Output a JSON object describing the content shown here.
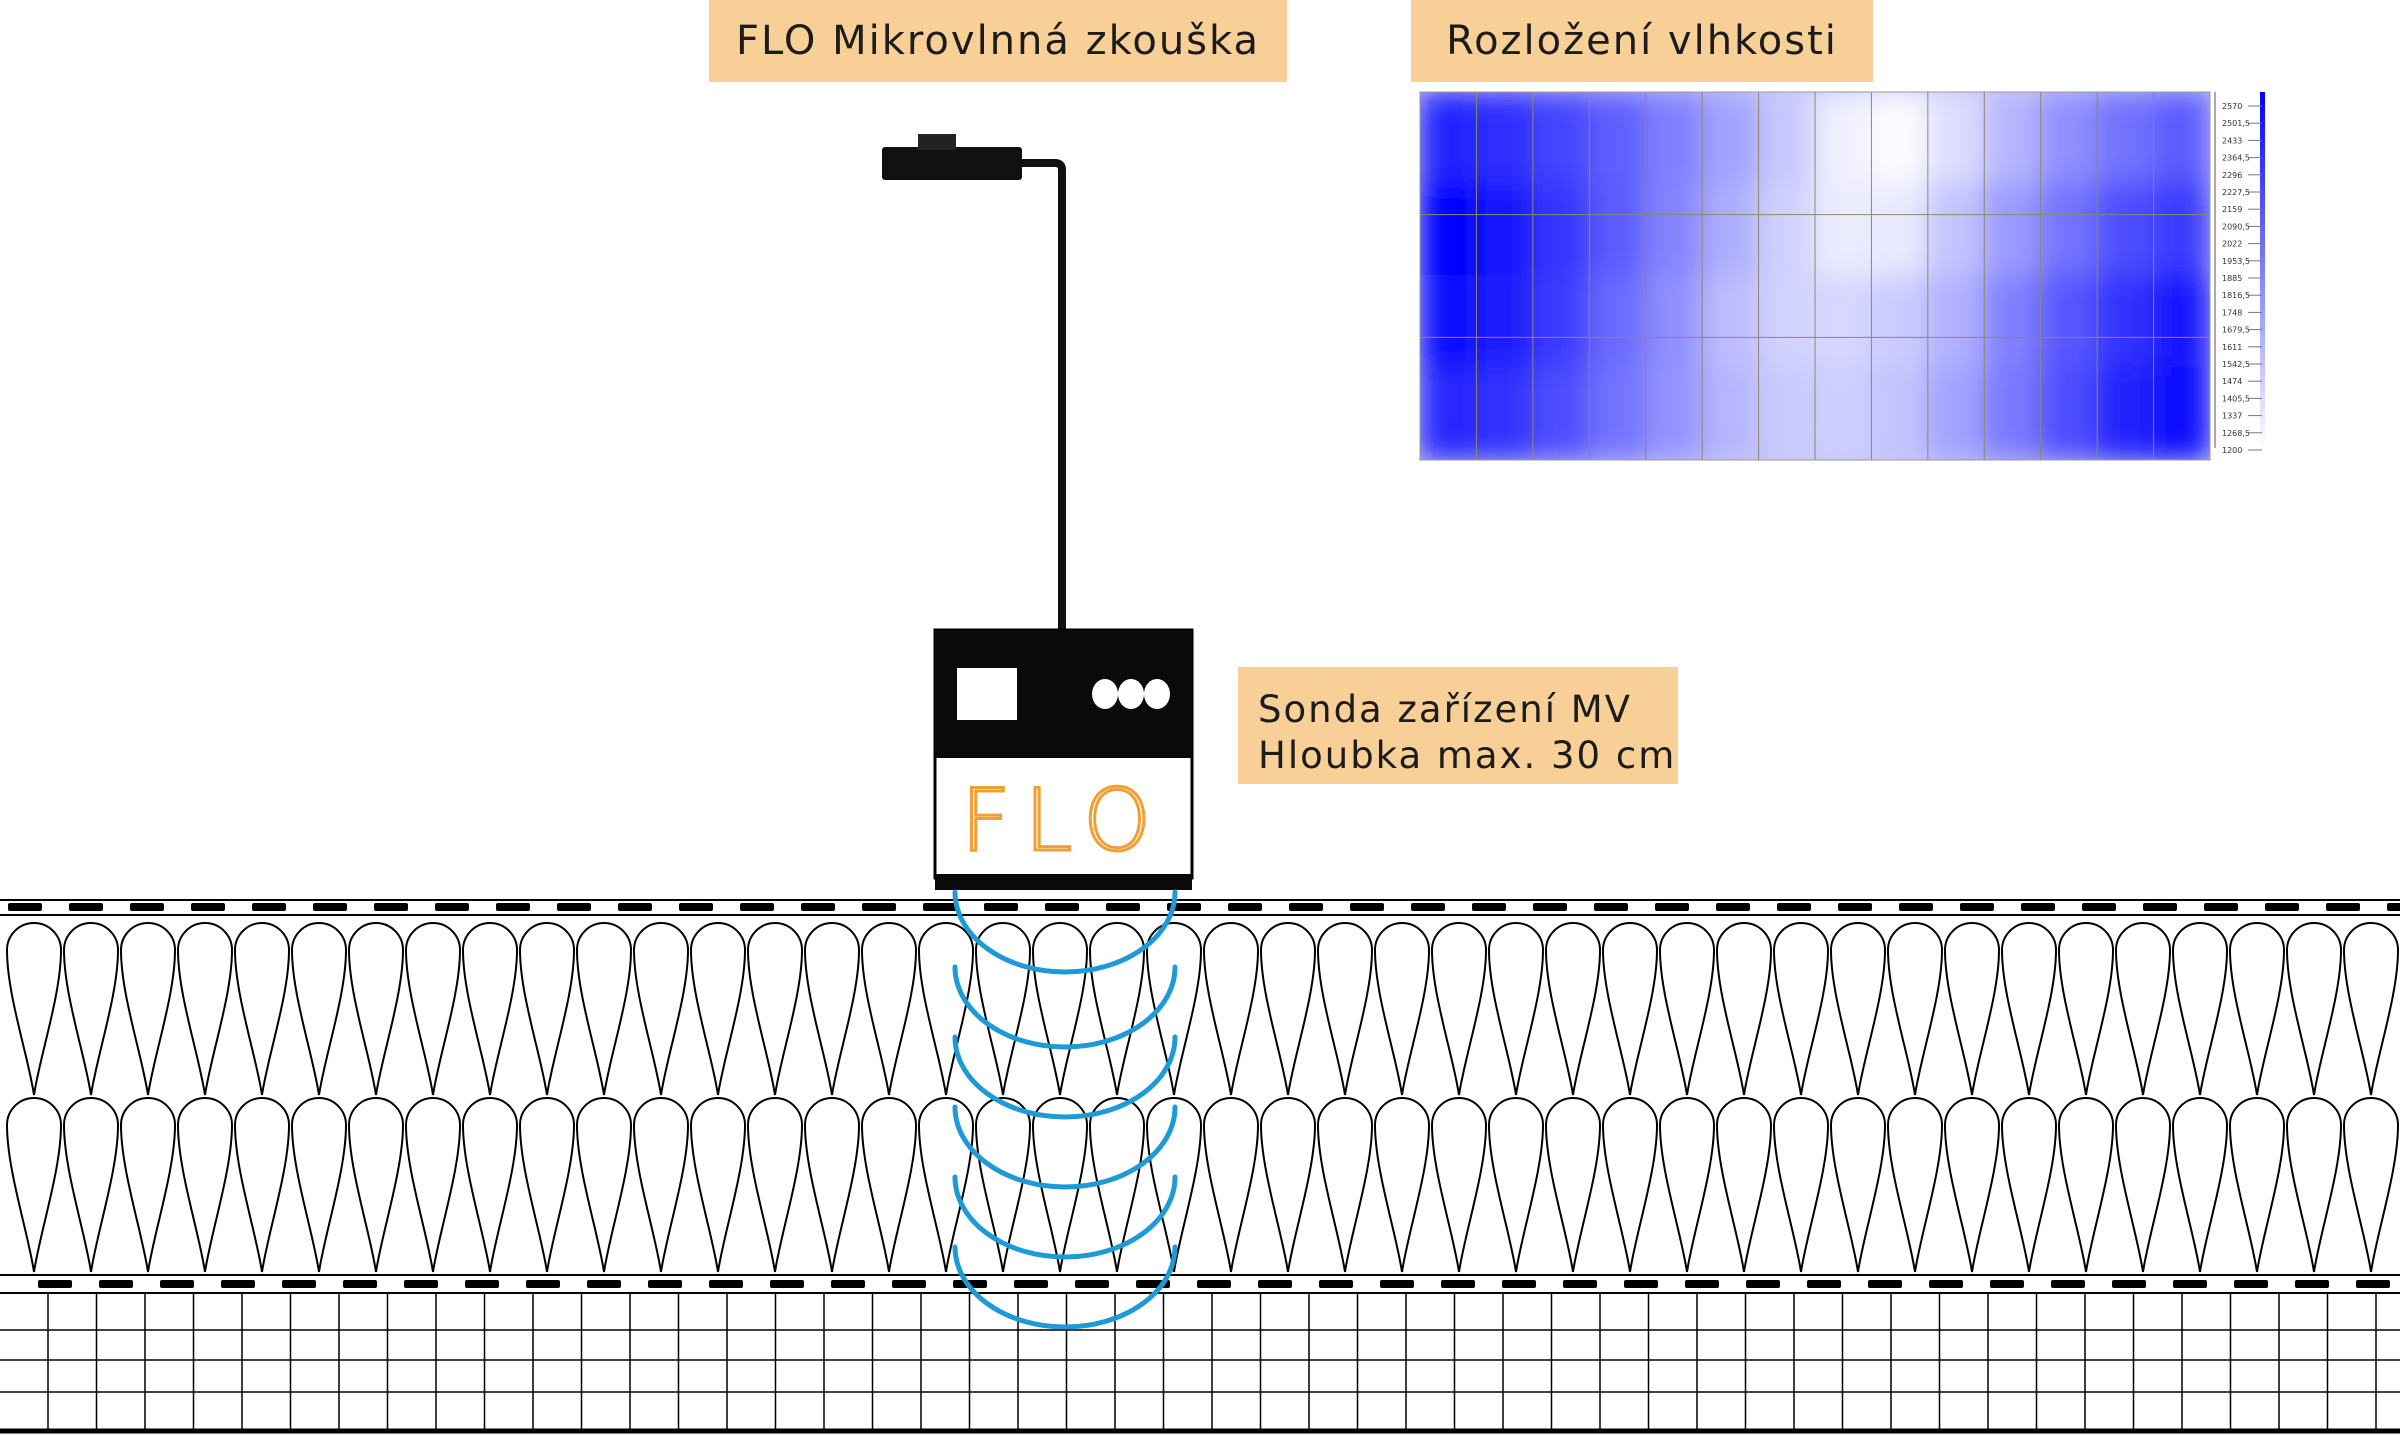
{
  "titles": {
    "microwave_test": "FLO Mikrovlnná zkouška",
    "moisture_distribution": "Rozložení vlhkosti"
  },
  "probe_label": {
    "line1": "Sonda zařízení MV",
    "line2": "Hloubka max. 30 cm"
  },
  "device": {
    "logo_text": "FLO",
    "logo_color": "#f0a033"
  },
  "colors": {
    "label_background": "#f8cf96",
    "wave": "#1e9ad6",
    "heatmap_high": "#0000ff",
    "heatmap_low": "#ffffff"
  },
  "chart_data": {
    "type": "heatmap",
    "title": "Rozložení vlhkosti",
    "colorscale_ticks": [
      "2570",
      "2501,5",
      "2433",
      "2364,5",
      "2296",
      "2227,5",
      "2159",
      "2090,5",
      "2022",
      "1953,5",
      "1885",
      "1816,5",
      "1748",
      "1679,5",
      "1611",
      "1542,5",
      "1474",
      "1405,5",
      "1337",
      "1268,5",
      "1200"
    ],
    "colorscale_range": [
      1200,
      2570
    ],
    "grid": true,
    "values": [
      [
        2400,
        2320,
        2200,
        2060,
        1880,
        1700,
        1500,
        1280,
        1220,
        1380,
        1600,
        1800,
        1960,
        2080
      ],
      [
        2560,
        2470,
        2280,
        2080,
        1860,
        1640,
        1450,
        1300,
        1320,
        1520,
        1740,
        1950,
        2150,
        2260
      ],
      [
        2490,
        2420,
        2260,
        2000,
        1800,
        1560,
        1440,
        1420,
        1480,
        1620,
        1880,
        2100,
        2310,
        2440
      ],
      [
        2360,
        2300,
        2150,
        1960,
        1780,
        1600,
        1490,
        1470,
        1520,
        1700,
        1920,
        2150,
        2380,
        2520
      ]
    ]
  }
}
